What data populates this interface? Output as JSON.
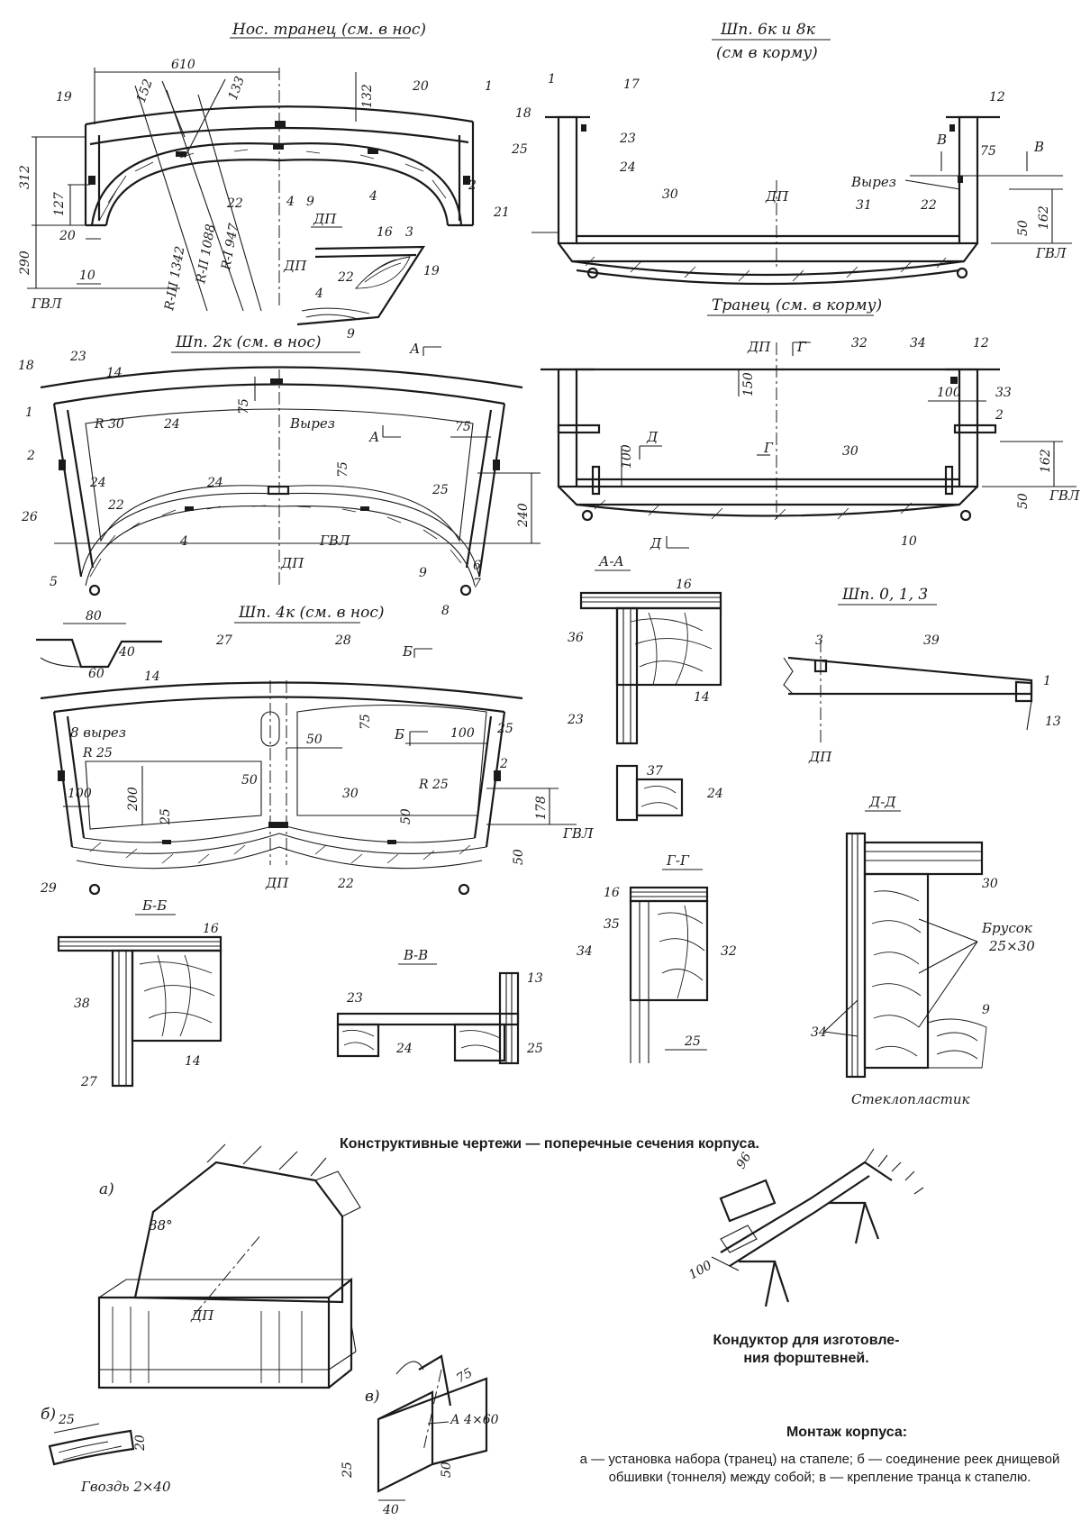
{
  "sections": {
    "bow_transom_title": "Нос. транец (см. в нос)",
    "frame6_title_l1": "Шп. 6к и 8к",
    "frame6_title_l2": "(см в корму)",
    "frame2_title": "Шп. 2к (см. в нос)",
    "stern_transom_title": "Транец (см. в корму)",
    "frame4_title": "Шп. 4к (см. в нос)",
    "frames013_title": "Шп. 0, 1, 3",
    "dp_small_title": "ДП",
    "aa_title": "А-А",
    "bb_title": "Б-Б",
    "vv_title": "В-В",
    "gg_title": "Г-Г",
    "dd_title": "Д-Д"
  },
  "common": {
    "dp": "ДП",
    "gvl": "ГВЛ",
    "cutout": "Вырез",
    "cutout8": "8 вырез",
    "bar": "Брусок",
    "bar_size": "25×30",
    "fiberglass": "Стеклопластик",
    "angle": "88°",
    "nail": "Гвоздь 2×40",
    "label_a": "а)",
    "label_b": "б)",
    "label_v": "в)",
    "cut_a": "А",
    "cut_b": "Б",
    "cut_v": "В",
    "cut_g": "Г",
    "cut_d": "Д"
  },
  "dims": {
    "d610": "610",
    "d152": "152",
    "d133": "133",
    "d132": "132",
    "d312": "312",
    "d127": "127",
    "d290": "290",
    "d20": "20",
    "d10": "10",
    "r3": "R-III 1342",
    "r2": "R-II 1088",
    "r1": "R-I 947",
    "d75": "75",
    "d162": "162",
    "d50": "50",
    "d150": "150",
    "d100": "100",
    "d240": "240",
    "r30": "R 30",
    "d80": "80",
    "d40": "40",
    "d60": "60",
    "r25": "R 25",
    "d200": "200",
    "d25": "25",
    "d178": "178",
    "d96": "96",
    "a4x60": "А 4×60"
  },
  "parts": {
    "p1": "1",
    "p2": "2",
    "p3": "3",
    "p4": "4",
    "p5": "5",
    "p6": "6",
    "p7": "7",
    "p8": "8",
    "p9": "9",
    "p10": "10",
    "p12": "12",
    "p13": "13",
    "p14": "14",
    "p16": "16",
    "p17": "17",
    "p18": "18",
    "p19": "19",
    "p20": "20",
    "p21": "21",
    "p22": "22",
    "p23": "23",
    "p24": "24",
    "p25": "25",
    "p26": "26",
    "p27": "27",
    "p28": "28",
    "p29": "29",
    "p30": "30",
    "p31": "31",
    "p32": "32",
    "p33": "33",
    "p34": "34",
    "p35": "35",
    "p36": "36",
    "p37": "37",
    "p38": "38",
    "p39": "39"
  },
  "captions": {
    "main": "Конструктивные чертежи — поперечные сечения корпуса.",
    "jig_l1": "Кондуктор для изготовле-",
    "jig_l2": "ния форштевней.",
    "assembly_title": "Монтаж корпуса:",
    "assembly_body": "а — установка набора (транец) на стапеле; б — соединение реек днищевой обшивки (тоннеля) между собой; в — крепление транца к стапелю."
  }
}
